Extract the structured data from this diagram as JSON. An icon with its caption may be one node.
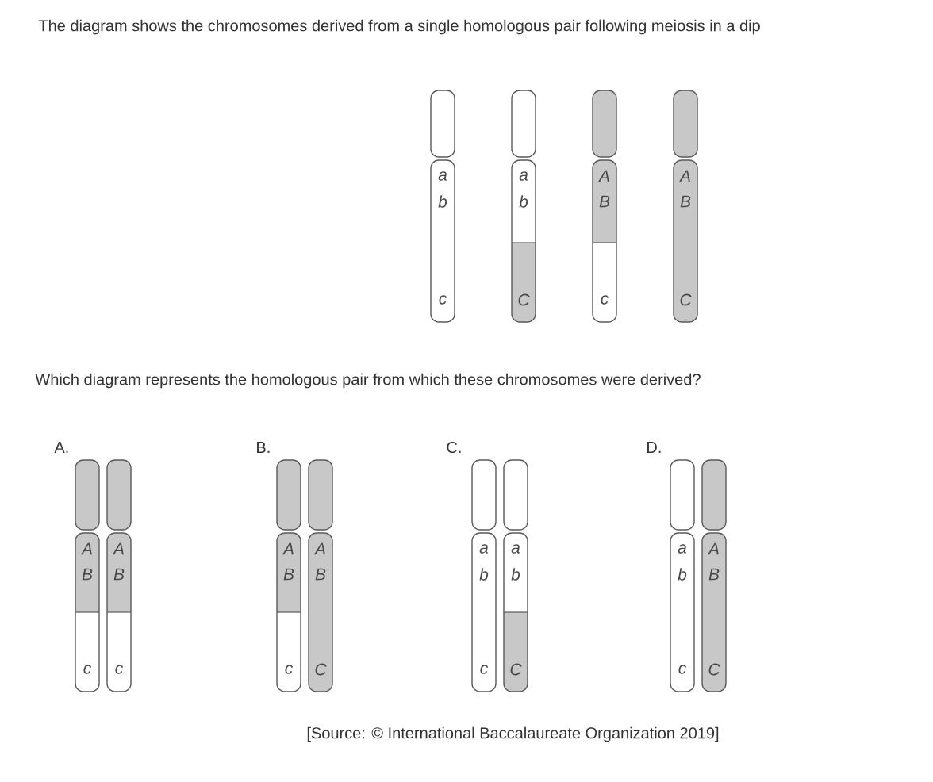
{
  "diagram": {
    "nodes": [
      {
        "text": [
          "a",
          "b",
          "c"
        ]
      },
      {
        "text": [
          "a",
          "b",
          "C"
        ]
      },
      {
        "text": [
          "A",
          "B",
          "c"
        ]
      },
      {
        "text": [
          "A",
          "B",
          "C"
        ]
      },
      {
        "text": [
          "A",
          "B",
          "c"
        ]
      },
      {
        "text": [
          "A",
          "B",
          "c"
        ]
      },
      {
        "text": [
          "A",
          "B",
          "c"
        ]
      },
      {
        "text": [
          "A",
          "B",
          "C"
        ]
      },
      {
        "text": [
          "a",
          "b",
          "c"
        ]
      },
      {
        "text": [
          "a",
          "b",
          "C"
        ]
      },
      {
        "text": [
          "a",
          "b",
          "c"
        ]
      },
      {
        "text": [
          "A",
          "B",
          "C"
        ]
      }
    ],
    "labels": [
      "The diagram shows the chromosomes derived from a single homologous pair following meiosis in a dip",
      "Which diagram represents the homologous pair from which these chromosomes were derived?",
      "A.",
      "B.",
      "C.",
      "D.",
      "[Source: © International Baccalaureate Organization 2019]"
    ]
  }
}
